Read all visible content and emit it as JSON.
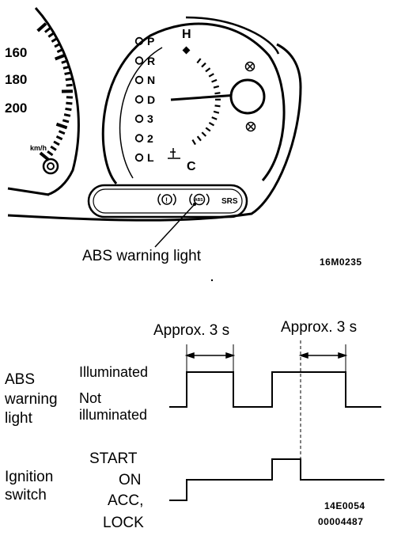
{
  "speedometer": {
    "marks": [
      "160",
      "180",
      "200"
    ],
    "unit": "km/h"
  },
  "gear_indicator": [
    "P",
    "R",
    "N",
    "D",
    "3",
    "2",
    "L"
  ],
  "temp_gauge": {
    "hot": "H",
    "cold": "C"
  },
  "warning_panel": {
    "srs": "SRS",
    "abs": "ABS"
  },
  "callout": {
    "abs_label": "ABS warning light",
    "figure_code": "16M0235"
  },
  "timing": {
    "interval_1": "Approx. 3 s",
    "interval_2": "Approx. 3 s",
    "abs_row_label": [
      "ABS",
      "warning",
      "light"
    ],
    "abs_state_on": "Illuminated",
    "abs_state_off": [
      "Not",
      "illuminated"
    ],
    "ign_row_label": [
      "Ignition",
      "switch"
    ],
    "ign_states": [
      "START",
      "ON",
      "ACC,",
      "LOCK"
    ],
    "codes": [
      "14E0054",
      "00004487"
    ]
  },
  "colors": {
    "ink": "#000000",
    "paper": "#ffffff"
  }
}
